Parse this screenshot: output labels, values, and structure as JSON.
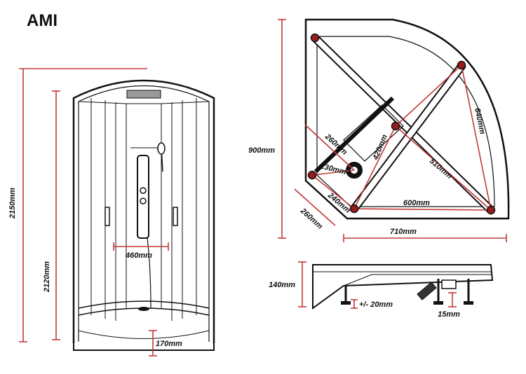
{
  "title": "AMI",
  "labels": {
    "total_height": "2150mm",
    "cabin_height": "2120mm",
    "tray_height": "170mm",
    "panel_width": "460mm",
    "depth": "900mm",
    "width": "710mm",
    "tray_width": "600mm",
    "side_260_top": "260mm",
    "drain_230": "230mm",
    "drain_420": "420mm",
    "diag_510": "510mm",
    "diag_640": "640mm",
    "edge_240": "240mm",
    "side_260_bottom": "260mm",
    "base_height": "140mm",
    "adjust": "+/- 20mm",
    "foot": "15mm"
  },
  "colors": {
    "dimension": "#c23a3a",
    "outline": "#111111",
    "marker": "#9a1c1c"
  }
}
